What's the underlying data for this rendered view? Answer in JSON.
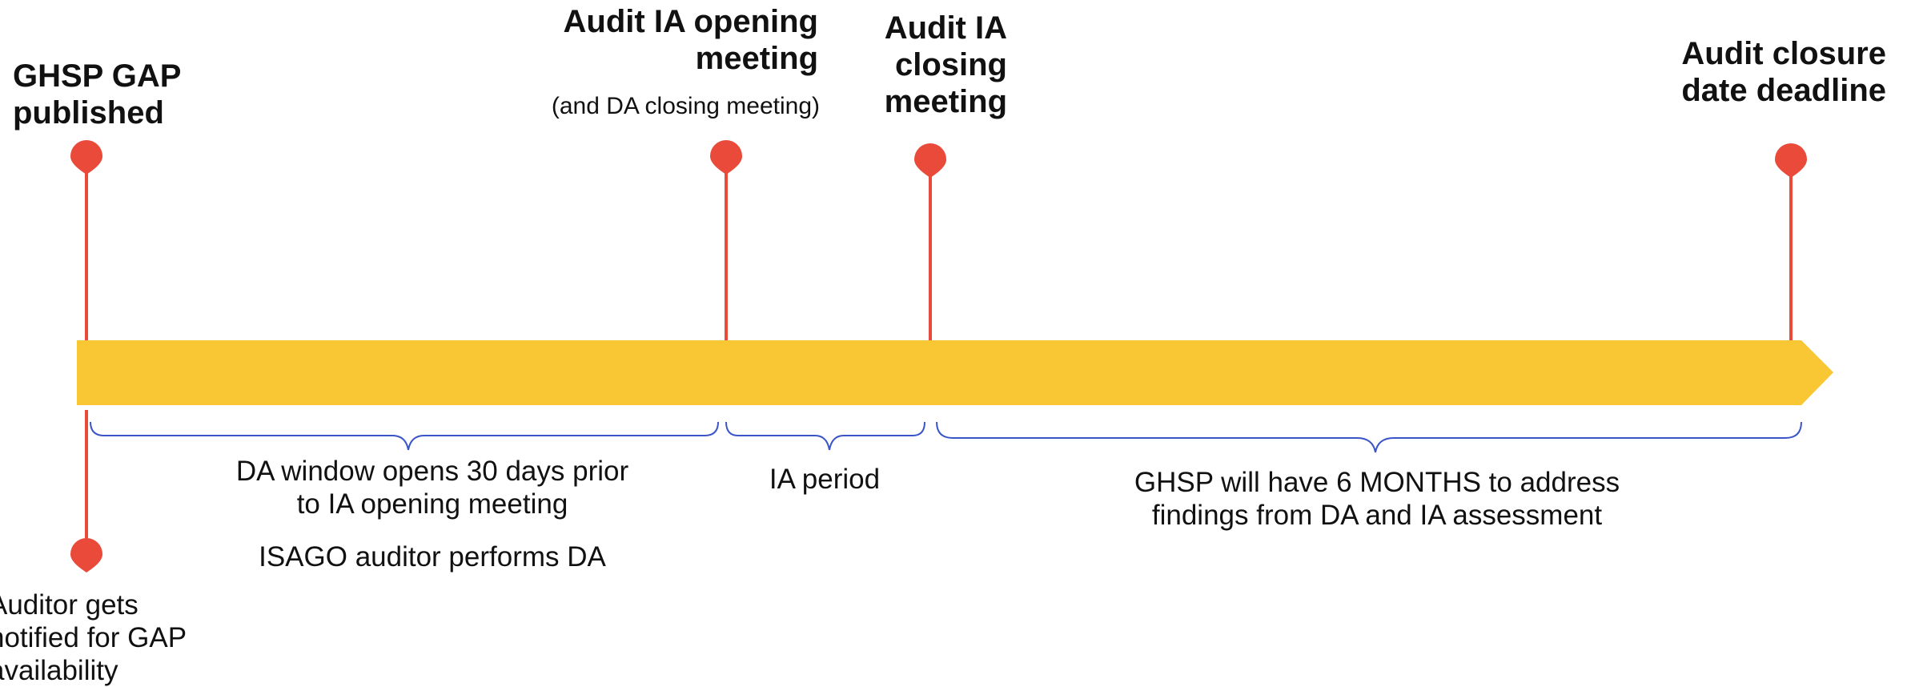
{
  "milestones": {
    "gap_published": "GHSP GAP published",
    "ia_opening_title": "Audit IA opening meeting",
    "ia_opening_note": "(and DA closing meeting)",
    "ia_closing": "Audit IA closing meeting",
    "closure_deadline": "Audit closure date deadline",
    "auditor_notified": "Auditor gets notified for GAP availability"
  },
  "periods": {
    "da_window": "DA window opens  30 days prior to  IA opening meeting",
    "da_performer": "ISAGO auditor performs DA",
    "ia_period": "IA period",
    "address_findings": "GHSP will have 6 MONTHS to address findings from DA and IA assessment"
  },
  "colors": {
    "arrow": "#F9C733",
    "pin": "#E94A3A",
    "brace": "#3A55C8",
    "text": "#111111"
  }
}
